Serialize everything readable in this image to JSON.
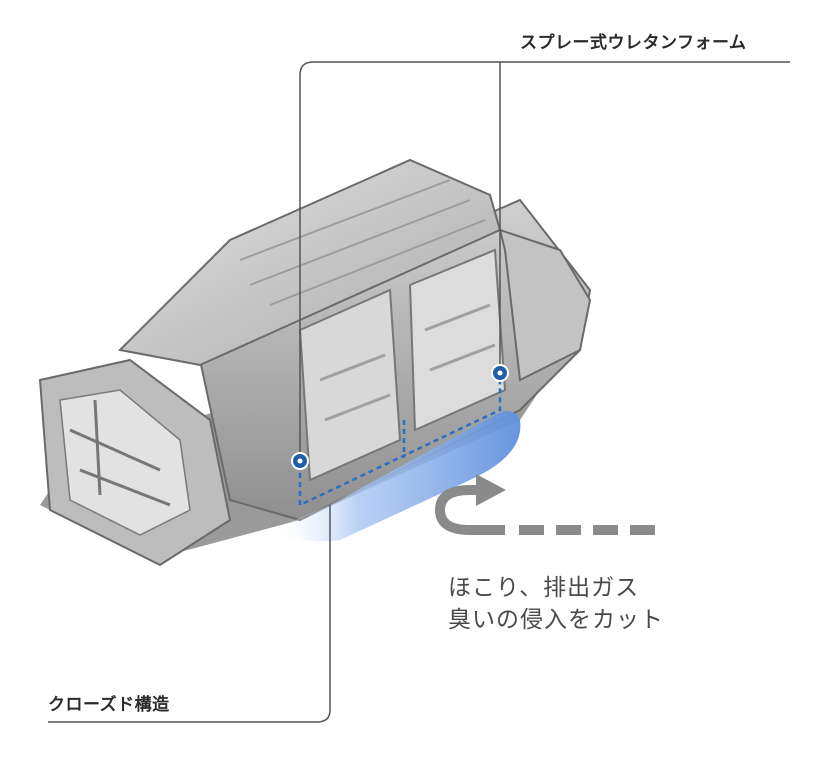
{
  "labels": {
    "top_callout": "スプレー式ウレタンフォーム",
    "bottom_callout": "クローズド構造"
  },
  "caption": {
    "line1": "ほこり、排出ガス",
    "line2": "臭いの侵入をカット"
  },
  "colors": {
    "leader_line": "#555555",
    "marker_blue": "#1f5fa8",
    "foam_glow": "#6f9fe0",
    "arrow_gray": "#8a8a8a",
    "body_silver": "#c9c9c9"
  },
  "icons": {
    "car_body": "car-body-in-white-illustration",
    "cut_arrow": "u-turn-arrow-icon",
    "marker": "foam-point-marker-icon"
  }
}
